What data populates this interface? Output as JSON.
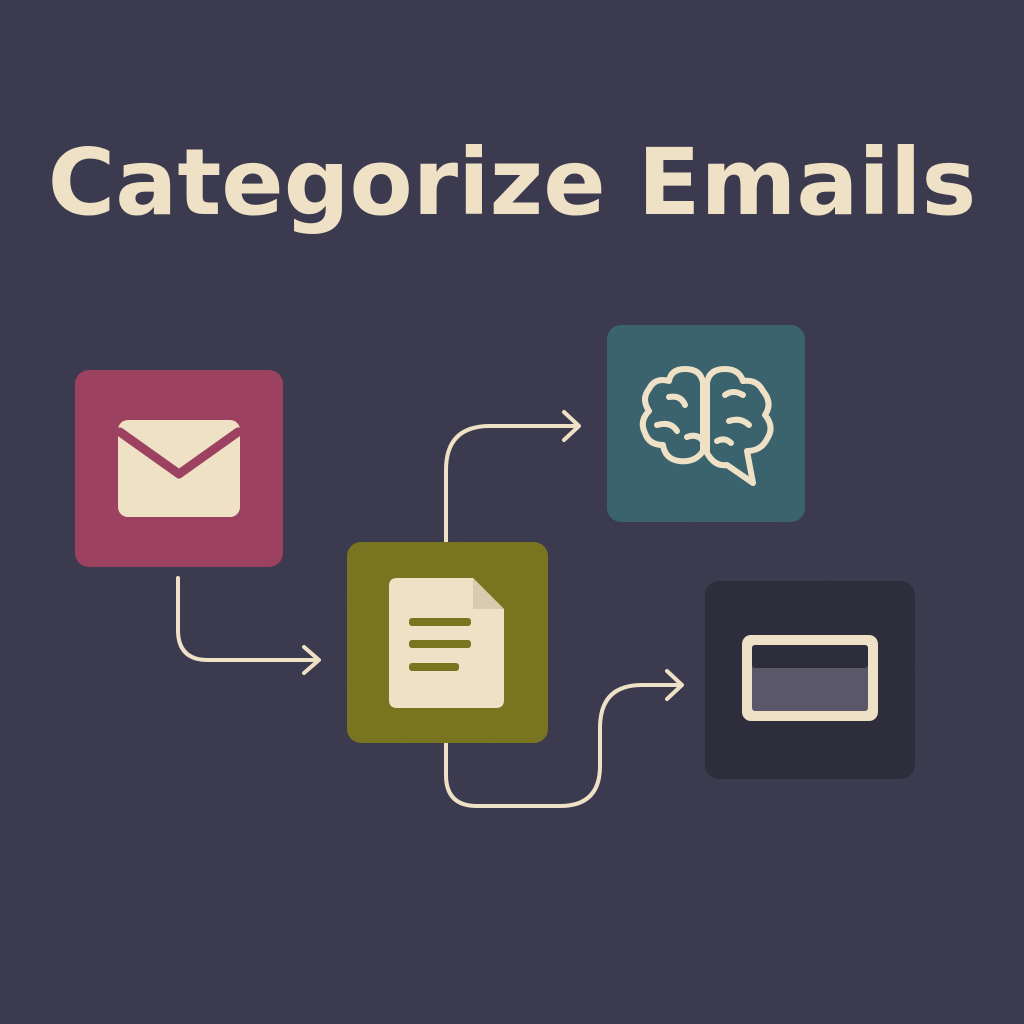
{
  "diagram": {
    "title": "Categorize Emails",
    "colors": {
      "background": "#3c3a4f",
      "ink": "#efe1c6",
      "email_node": "#9c4260",
      "document_node": "#79741f",
      "brain_node": "#3b636e",
      "card_node": "#2e2d3c"
    },
    "nodes": [
      {
        "id": "email",
        "icon": "envelope-icon"
      },
      {
        "id": "document",
        "icon": "document-icon"
      },
      {
        "id": "brain",
        "icon": "brain-chat-icon"
      },
      {
        "id": "card",
        "icon": "card-icon"
      }
    ],
    "edges": [
      {
        "from": "email",
        "to": "document"
      },
      {
        "from": "document",
        "to": "brain"
      },
      {
        "from": "document",
        "to": "card"
      }
    ]
  }
}
